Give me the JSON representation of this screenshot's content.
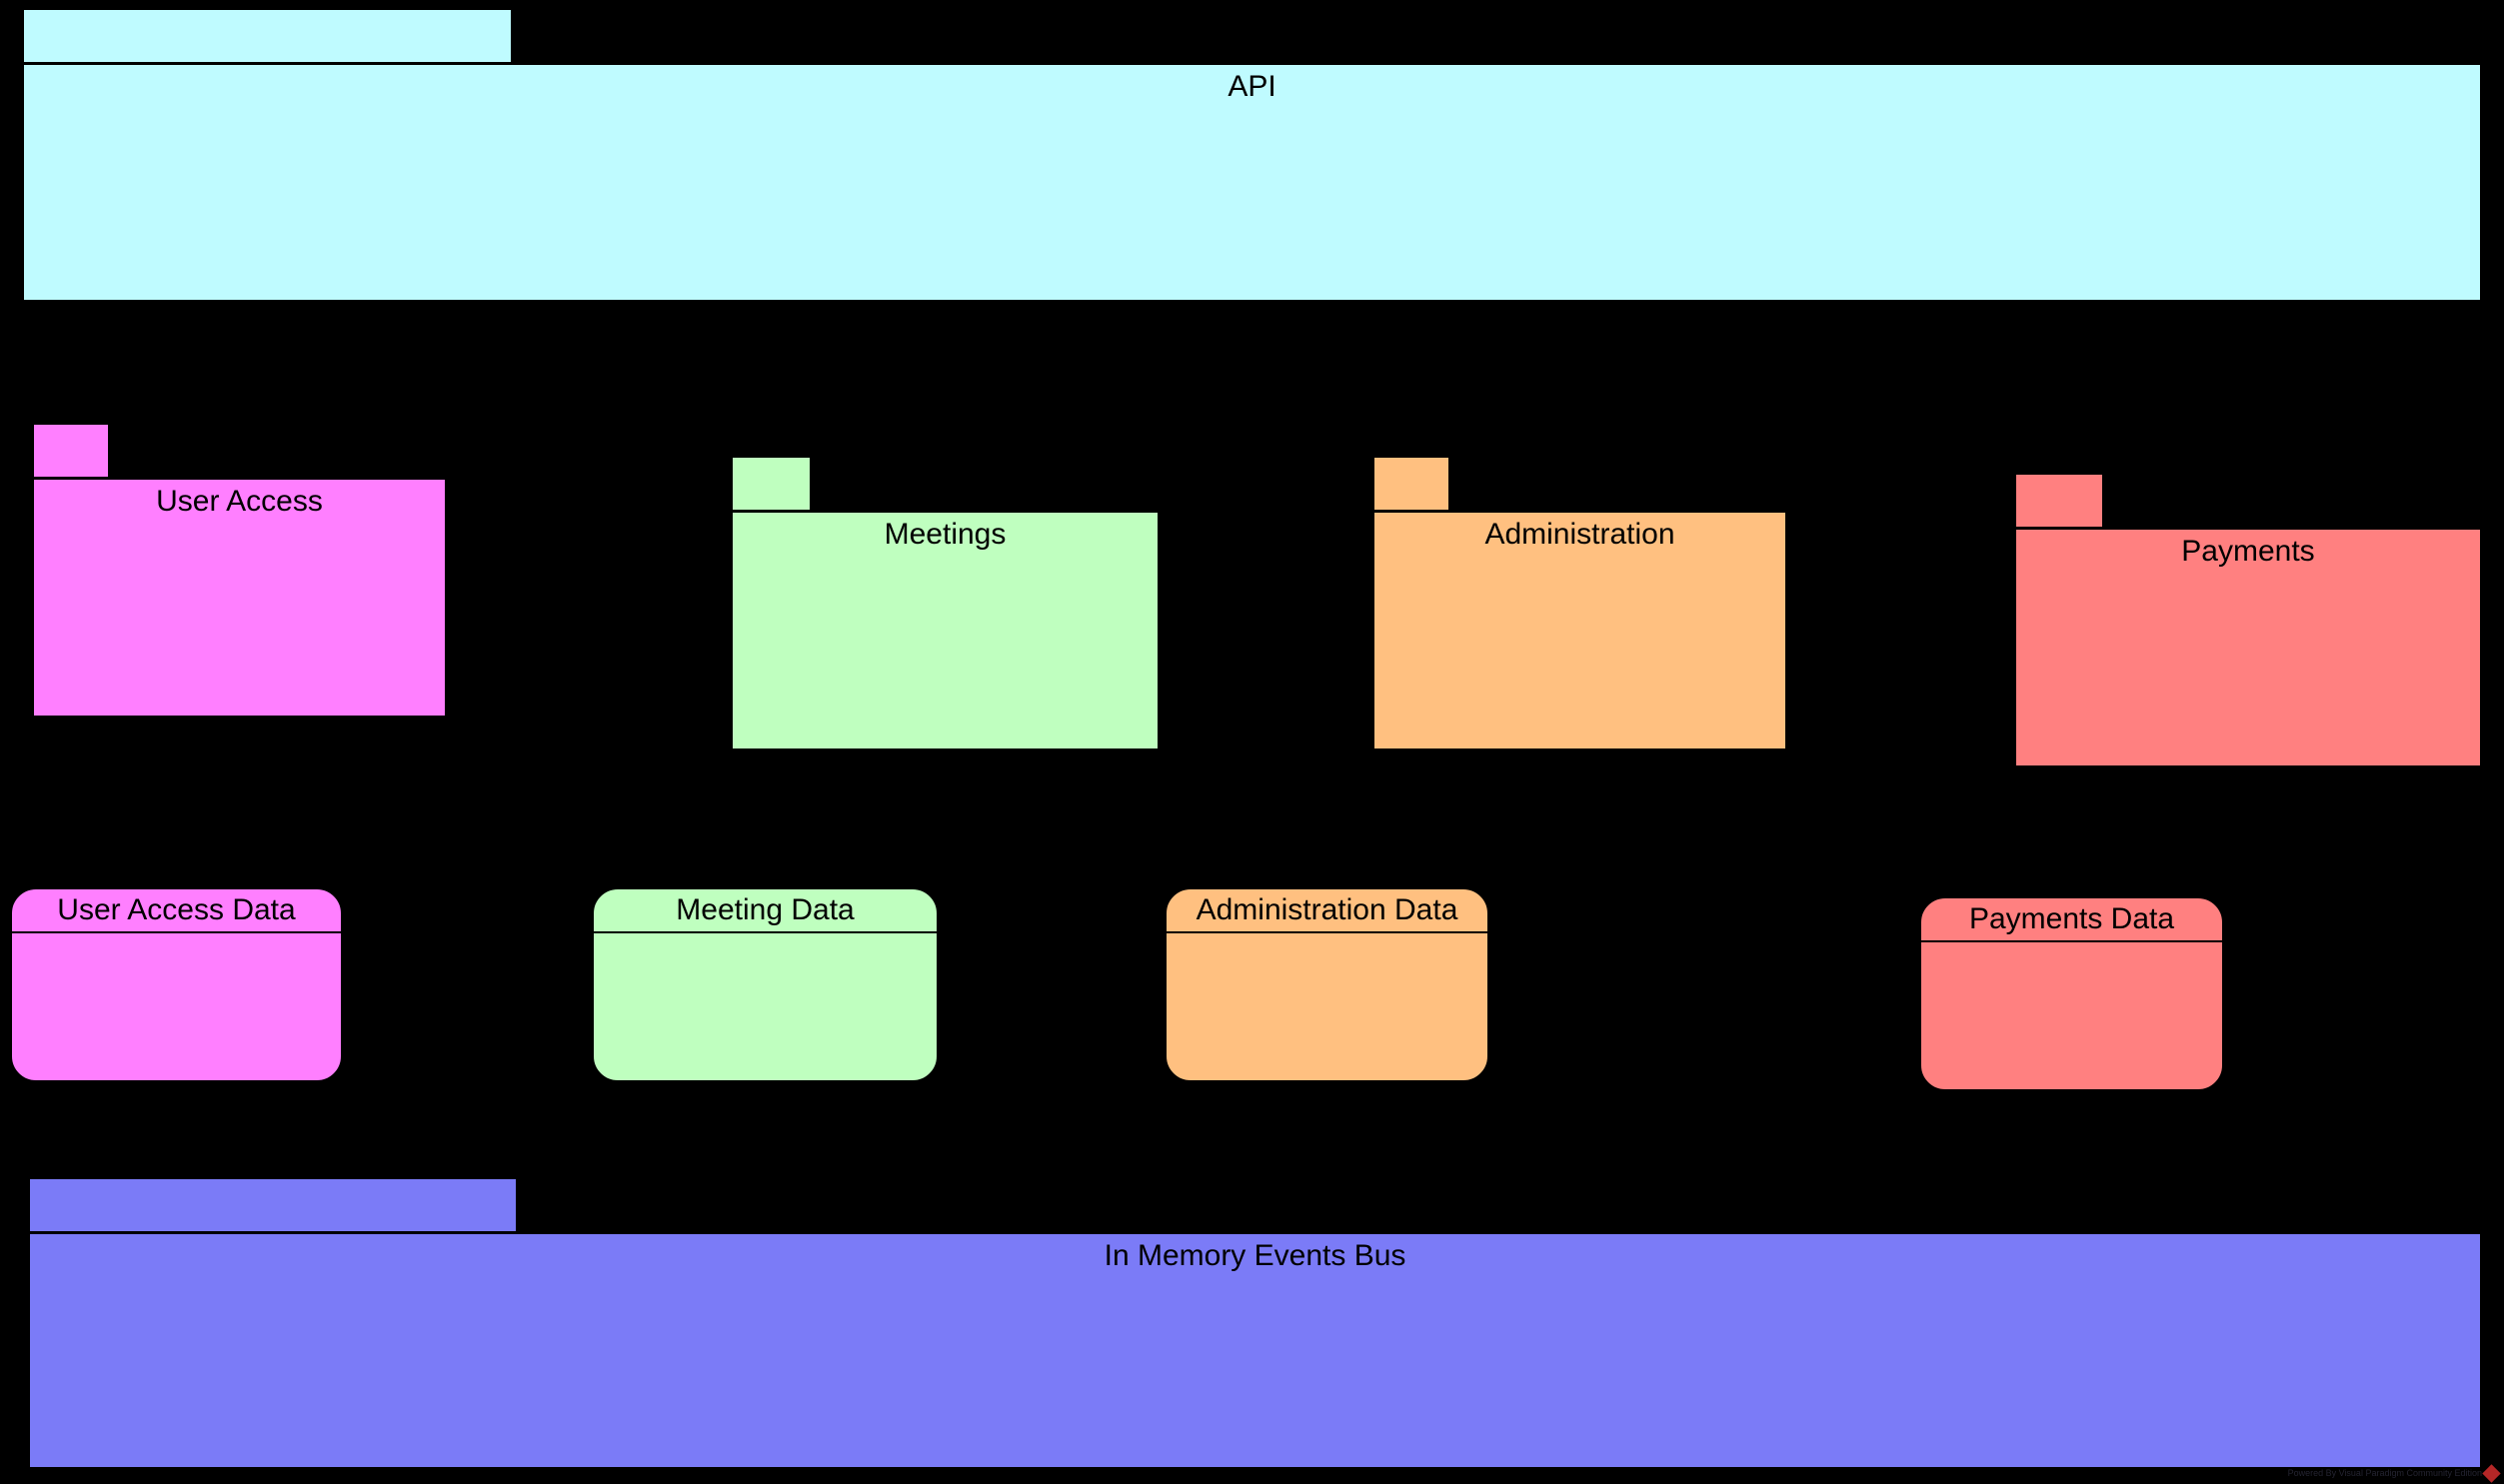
{
  "diagram": {
    "type": "uml-package-diagram",
    "background_color": "#000000",
    "stroke_color": "#000000"
  },
  "layers": {
    "api": {
      "label": "API",
      "color": "#BFFBFF"
    },
    "services": [
      {
        "label": "User Access",
        "color": "#FF7FFF"
      },
      {
        "label": "Meetings",
        "color": "#BFFFBF"
      },
      {
        "label": "Administration",
        "color": "#FFC080"
      },
      {
        "label": "Payments",
        "color": "#FF8080"
      }
    ],
    "datastores": [
      {
        "label": "User Access Data",
        "color": "#FF7FFF"
      },
      {
        "label": "Meeting Data",
        "color": "#BFFFBF"
      },
      {
        "label": "Administration Data",
        "color": "#FFC080"
      },
      {
        "label": "Payments Data",
        "color": "#FF8080"
      }
    ],
    "bus": {
      "label": "In Memory Events Bus",
      "color": "#7B7BF7"
    }
  },
  "watermark": {
    "text": "Powered By Visual Paradigm Community Edition",
    "logo_color": "#d42e2e",
    "logo_icon": "diamond-icon"
  }
}
